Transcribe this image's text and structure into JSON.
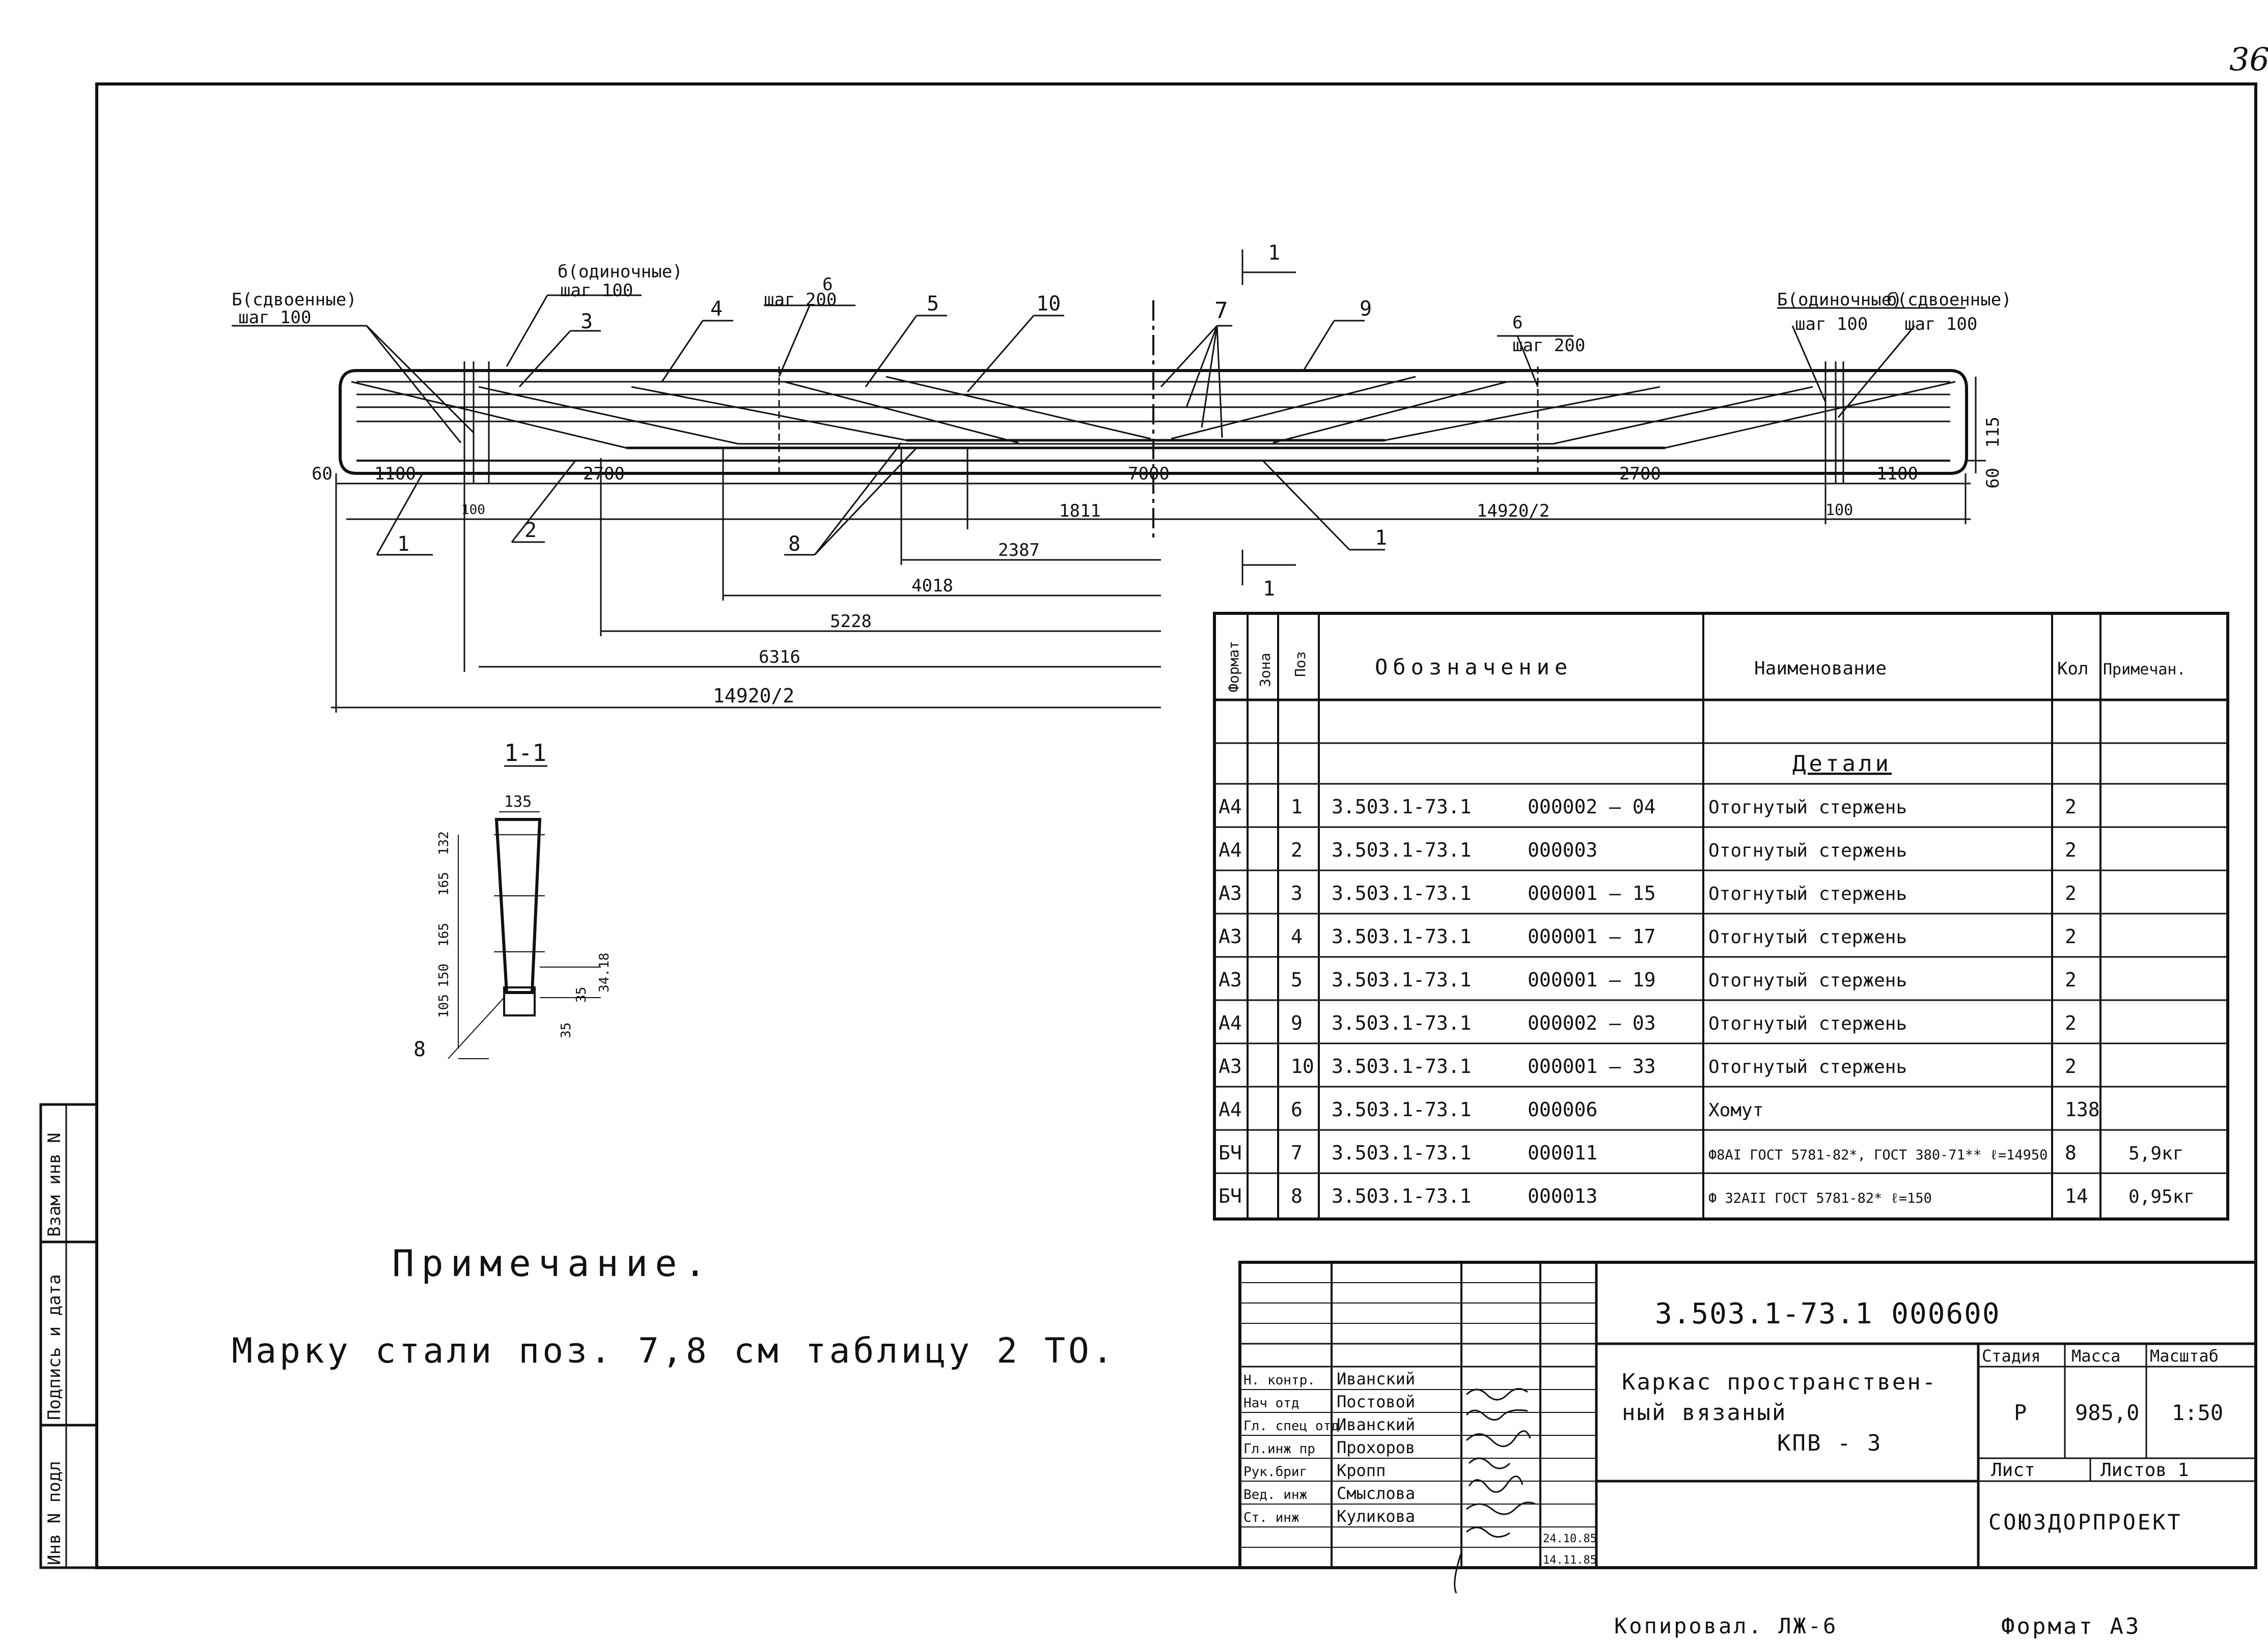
{
  "page_number": "36",
  "drawing": {
    "left_group": {
      "label_double": "Б(сдвоенные)",
      "label_single": "б(одиночные)",
      "step_100": "шаг 100",
      "label_6": "6",
      "step_200": "шаг 200"
    },
    "right_group": {
      "label_6": "6",
      "step_200": "шаг 200",
      "label_single": "Б(одиночные)",
      "label_double": "б(сдвоенные)",
      "step_100_a": "шаг 100",
      "step_100_b": "шаг 100"
    },
    "section_mark": "1",
    "positions": [
      "3",
      "4",
      "5",
      "10",
      "7",
      "9",
      "1",
      "2",
      "8",
      "1"
    ],
    "dims": {
      "d60": "60",
      "d1100_left": "1100",
      "d100_left": "100",
      "d2700_left": "2700",
      "d7000": "7000",
      "d2700_right": "2700",
      "d1100_right": "1100",
      "d100_right": "100",
      "d115": "115",
      "d60_right": "60",
      "d1811": "1811",
      "d14920_2_small": "14920/2",
      "d2387": "2387",
      "d4018": "4018",
      "d5228": "5228",
      "d6316": "6316",
      "d14920_2": "14920/2"
    },
    "section": {
      "title": "1-1",
      "width": "135",
      "dims": [
        "132",
        "165",
        "165",
        "150",
        "105",
        "35",
        "35",
        "34.18"
      ],
      "label": "8"
    }
  },
  "spec_table": {
    "headers": {
      "format": "Формат",
      "zone": "Зона",
      "pos": "Поз",
      "designation": "Обозначение",
      "name": "Наименование",
      "qty": "Кол",
      "note": "Примечан."
    },
    "section_title": "Детали",
    "rows": [
      {
        "format": "А4",
        "pos": "1",
        "code": "3.503.1-73.1",
        "num": "000002 — 04",
        "name": "Отогнутый стержень",
        "qty": "2",
        "note": ""
      },
      {
        "format": "А4",
        "pos": "2",
        "code": "3.503.1-73.1",
        "num": "000003",
        "name": "Отогнутый стержень",
        "qty": "2",
        "note": ""
      },
      {
        "format": "А3",
        "pos": "3",
        "code": "3.503.1-73.1",
        "num": "000001 — 15",
        "name": "Отогнутый стержень",
        "qty": "2",
        "note": ""
      },
      {
        "format": "А3",
        "pos": "4",
        "code": "3.503.1-73.1",
        "num": "000001 — 17",
        "name": "Отогнутый стержень",
        "qty": "2",
        "note": ""
      },
      {
        "format": "А3",
        "pos": "5",
        "code": "3.503.1-73.1",
        "num": "000001 — 19",
        "name": "Отогнутый стержень",
        "qty": "2",
        "note": ""
      },
      {
        "format": "А4",
        "pos": "9",
        "code": "3.503.1-73.1",
        "num": "000002 — 03",
        "name": "Отогнутый стержень",
        "qty": "2",
        "note": ""
      },
      {
        "format": "А3",
        "pos": "10",
        "code": "3.503.1-73.1",
        "num": "000001 — 33",
        "name": "Отогнутый стержень",
        "qty": "2",
        "note": ""
      },
      {
        "format": "А4",
        "pos": "6",
        "code": "3.503.1-73.1",
        "num": "000006",
        "name": "Хомут",
        "qty": "138",
        "note": ""
      },
      {
        "format": "БЧ",
        "pos": "7",
        "code": "3.503.1-73.1",
        "num": "000011",
        "name": "Ф8АI ГОСТ 5781-82*, ГОСТ 380-71** ℓ=14950",
        "qty": "8",
        "note": "5,9кг"
      },
      {
        "format": "БЧ",
        "pos": "8",
        "code": "3.503.1-73.1",
        "num": "000013",
        "name": "Ф 32АII ГОСТ 5781-82* ℓ=150",
        "qty": "14",
        "note": "0,95кг"
      }
    ]
  },
  "title_block": {
    "doc_code": "3.503.1-73.1 000600",
    "title_line1": "Каркас пространствен-",
    "title_line2": "ный    вязаный",
    "title_line3": "КПВ - 3",
    "stage_label": "Стадия",
    "mass_label": "Масса",
    "scale_label": "Масштаб",
    "stage": "Р",
    "mass": "985,0",
    "scale": "1:50",
    "sheet_label": "Лист",
    "sheets_label": "Листов 1",
    "org": "СОЮЗДОРПРОЕКТ",
    "date": "24.10.85",
    "date2": "14.11.85",
    "staff": [
      {
        "role": "Н. контр.",
        "name": "Иванский"
      },
      {
        "role": "Нач отд",
        "name": "Постовой"
      },
      {
        "role": "Гл. спец отд",
        "name": "Иванский"
      },
      {
        "role": "Гл.инж пр",
        "name": "Прохоров"
      },
      {
        "role": "Рук.бриг",
        "name": "Кропп"
      },
      {
        "role": "Вед. инж",
        "name": "Смыслова"
      },
      {
        "role": "Ст. инж",
        "name": "Куликова"
      }
    ]
  },
  "side_stamp": [
    "Инв N подл",
    "Подпись и дата",
    "Взам инв N"
  ],
  "note": {
    "title": "Примечание.",
    "text": "Марку стали поз. 7,8 см таблицу 2 ТО."
  },
  "footer": {
    "copied": "Копировал. ЛЖ-6",
    "format": "Формат А3"
  }
}
